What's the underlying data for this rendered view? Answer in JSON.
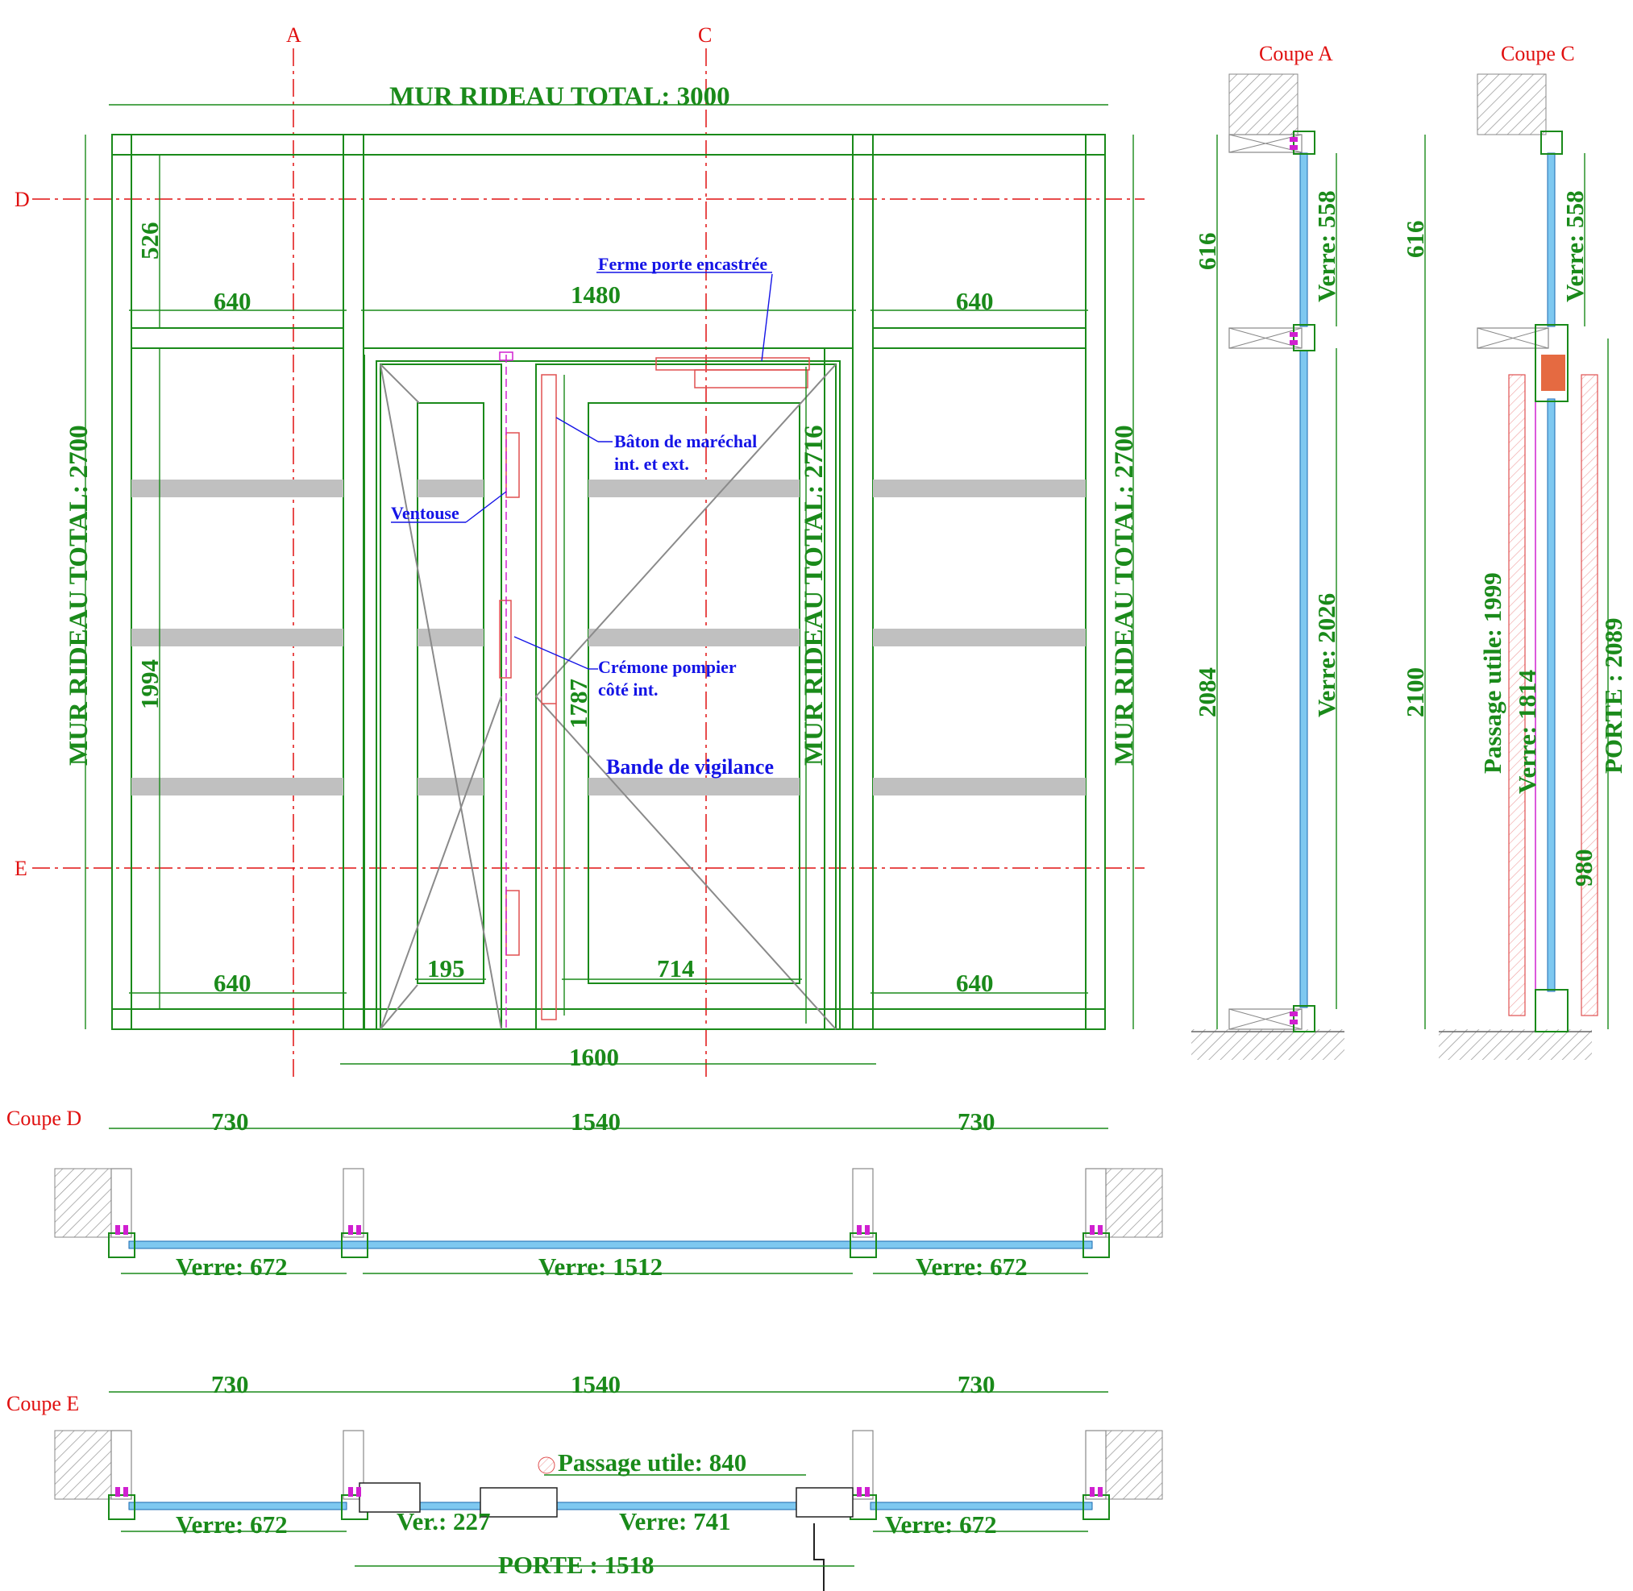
{
  "elevation": {
    "axis_labels": {
      "a": "A",
      "c": "C",
      "d": "D",
      "e": "E"
    },
    "title_total_width": "MUR RIDEAU TOTAL: 3000",
    "left_total_height": "MUR RIDEAU TOTAL: 2700",
    "right_total_height": "MUR RIDEAU TOTAL: 2700",
    "door_total_height": "MUR RIDEAU TOTAL: 2716",
    "dim_top_left_h": "526",
    "dim_lower_left_h": "1994",
    "dim_640_tl": "640",
    "dim_1480": "1480",
    "dim_640_tr": "640",
    "dim_640_bl": "640",
    "dim_195": "195",
    "dim_714": "714",
    "dim_640_br": "640",
    "dim_1600": "1600",
    "dim_1787": "1787"
  },
  "annotations": {
    "ferme_porte": "Ferme porte encastrée",
    "baton_line1": "Bâton de maréchal",
    "baton_line2": "int. et ext.",
    "ventouse": "Ventouse",
    "cremone_line1": "Crémone pompier",
    "cremone_line2": "côté int.",
    "bande": "Bande de vigilance"
  },
  "coupe_a": {
    "title": "Coupe A",
    "dim_616": "616",
    "verre_558": "Verre: 558",
    "dim_2084": "2084",
    "verre_2026": "Verre: 2026"
  },
  "coupe_c": {
    "title": "Coupe C",
    "dim_616": "616",
    "verre_558": "Verre: 558",
    "dim_2100": "2100",
    "passage": "Passage utile: 1999",
    "verre_1814": "Verre: 1814",
    "porte": "PORTE : 2089",
    "dim_980": "980"
  },
  "coupe_d": {
    "title": "Coupe D",
    "dim_left": "730",
    "dim_mid": "1540",
    "dim_right": "730",
    "verre_left": "Verre: 672",
    "verre_mid": "Verre: 1512",
    "verre_right": "Verre: 672"
  },
  "coupe_e": {
    "title": "Coupe E",
    "dim_left": "730",
    "dim_mid": "1540",
    "dim_right": "730",
    "verre_left": "Verre: 672",
    "ver_227": "Ver.: 227",
    "passage": "Passage utile: 840",
    "verre_741": "Verre: 741",
    "verre_right": "Verre: 672",
    "porte": "PORTE : 1518"
  },
  "colors": {
    "frame": "#1a8a1a",
    "axis": "#e01010",
    "note": "#1414e6",
    "glass": "#7ec8f0",
    "band": "#c0c0c0"
  }
}
